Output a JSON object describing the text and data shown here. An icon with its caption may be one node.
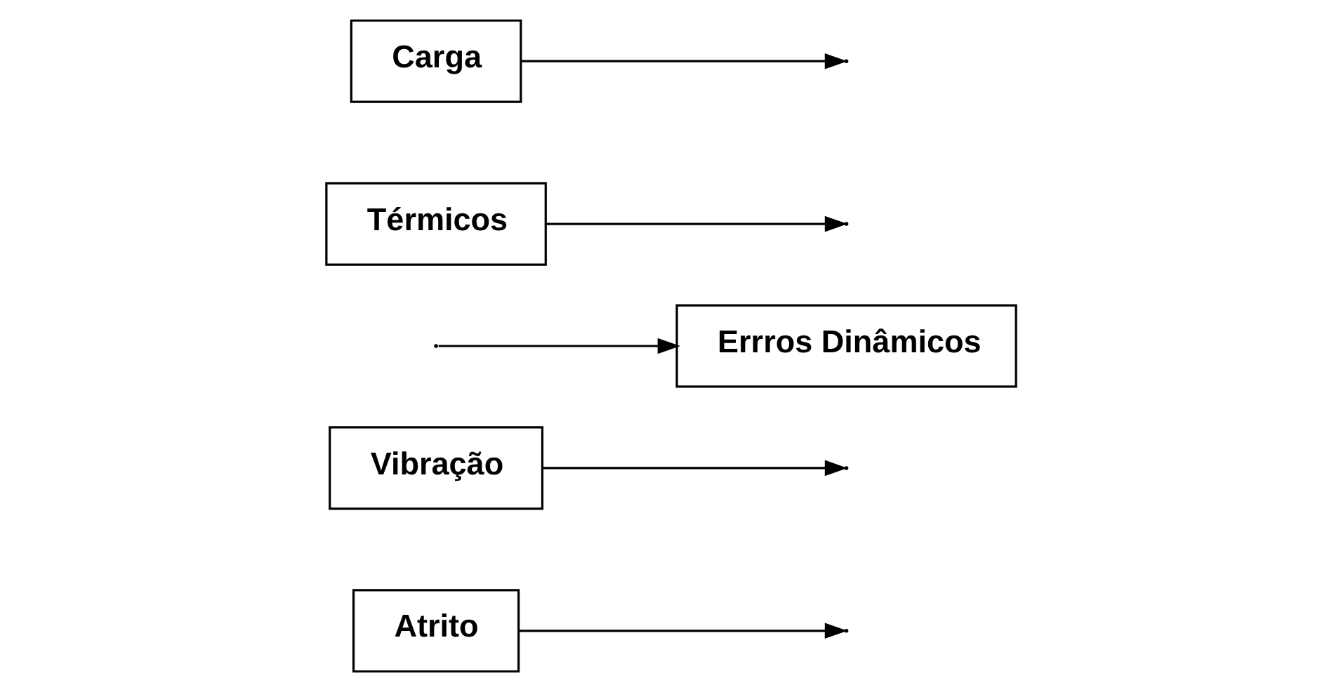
{
  "diagram": {
    "nodes": [
      {
        "text": [
          "Atrito"
        ]
      },
      {
        "text": [
          "Vibração"
        ]
      },
      {
        "text": [
          "Errros Dinâmicos"
        ]
      },
      {
        "text": [
          "Térmicos"
        ]
      },
      {
        "text": [
          "Carga"
        ]
      }
    ],
    "edges": [
      {
        "from": null,
        "to": 2,
        "arrow": "to"
      },
      {
        "from": 0,
        "to": null,
        "arrow": "to"
      },
      {
        "from": 1,
        "to": null,
        "arrow": "to"
      },
      {
        "from": 3,
        "to": null,
        "arrow": "to"
      },
      {
        "from": 4,
        "to": null,
        "arrow": "to"
      }
    ]
  }
}
